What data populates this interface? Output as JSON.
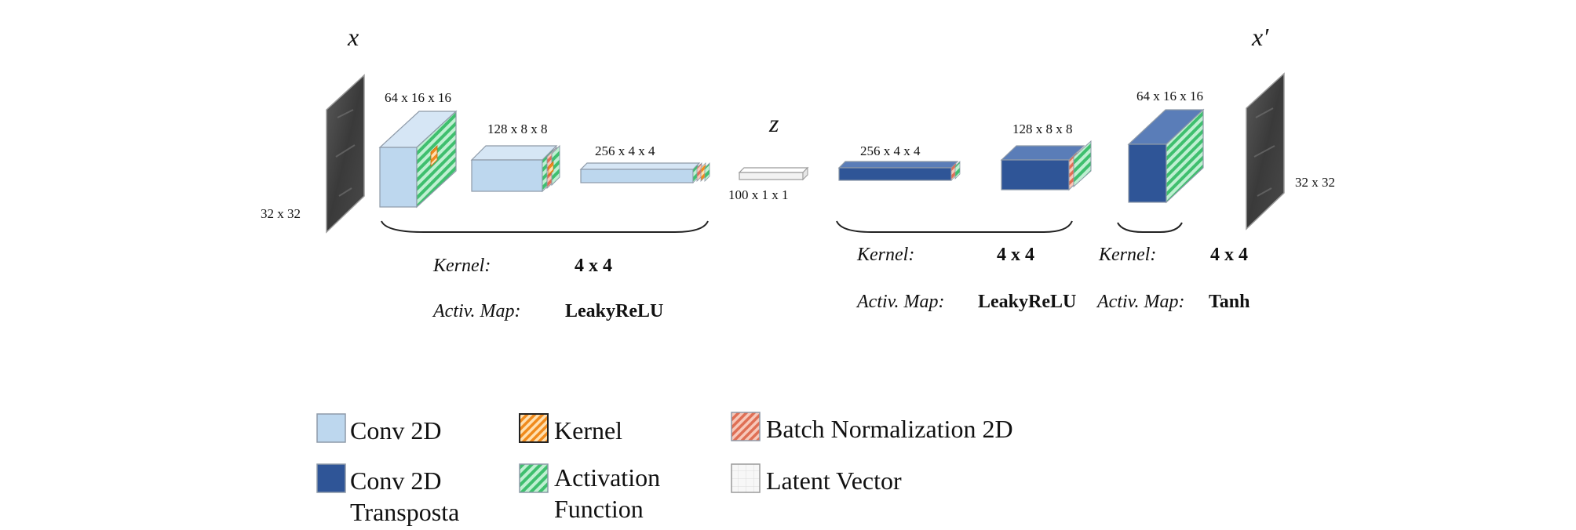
{
  "colors": {
    "conv2d": "#bdd7ee",
    "conv2d_side": "#a9c9e6",
    "conv2d_top": "#d6e6f5",
    "conv_transpose": "#2f5597",
    "conv_transpose_side": "#2a4d88",
    "conv_transpose_top": "#5a7db8",
    "kernel": "#f4a23c",
    "activation": "#5fd08a",
    "batch_norm": "#e8836a",
    "latent": "#f2f2f2",
    "edge": "#8e9aa8"
  },
  "symbols": {
    "input": "x",
    "latent": "z",
    "output": "x′"
  },
  "dimensions": {
    "input": "32 x 32",
    "enc1": "64 x 16 x 16",
    "enc2": "128 x 8 x 8",
    "enc3": "256 x 4 x 4",
    "latent": "100 x 1 x 1",
    "dec1": "256 x 4 x 4",
    "dec2": "128 x 8 x 8",
    "dec3": "64 x 16 x 16",
    "output": "32 x 32"
  },
  "encoder": {
    "kernel_label": "Kernel:",
    "kernel_value": "4 x 4",
    "activ_label": "Activ. Map:",
    "activ_value": "LeakyReLU"
  },
  "decoder": {
    "kernel_label": "Kernel:",
    "kernel_value": "4 x 4",
    "activ_label": "Activ. Map:",
    "activ_value": "LeakyReLU"
  },
  "output_layer": {
    "kernel_label": "Kernel:",
    "kernel_value": "4 x 4",
    "activ_label": "Activ. Map:",
    "activ_value": "Tanh"
  },
  "legend": {
    "conv2d": "Conv 2D",
    "conv_transpose_line1": "Conv 2D",
    "conv_transpose_line2": "Transposta",
    "kernel": "Kernel",
    "activation_line1": "Activation",
    "activation_line2": "Function",
    "batch_norm": "Batch Normalization 2D",
    "latent": "Latent Vector"
  }
}
